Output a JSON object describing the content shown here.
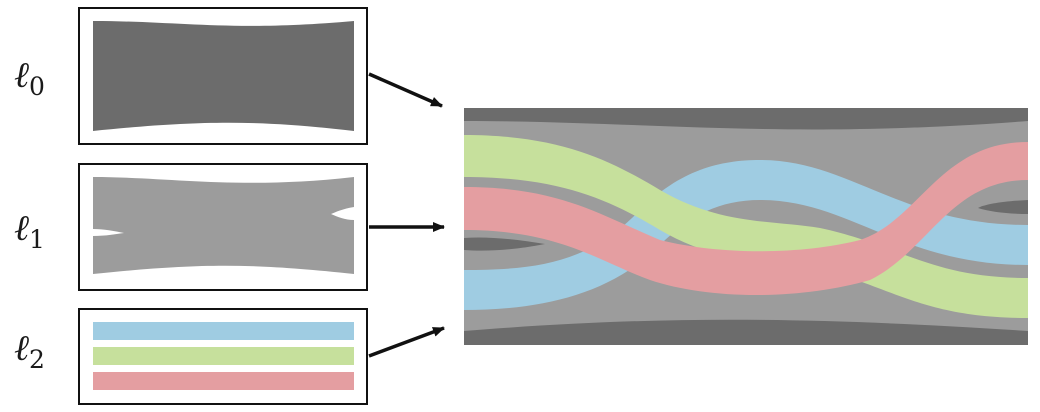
{
  "layers": [
    {
      "id": "l0",
      "symbol": "ℓ",
      "subscript": "0"
    },
    {
      "id": "l1",
      "symbol": "ℓ",
      "subscript": "1"
    },
    {
      "id": "l2",
      "symbol": "ℓ",
      "subscript": "2"
    }
  ],
  "colors": {
    "dark_gray": "#6c6c6c",
    "mid_gray": "#9c9c9c",
    "blue": "#9fcce2",
    "green": "#c6e09c",
    "red": "#e49ea1",
    "frame": "#111111",
    "arrow": "#111111"
  }
}
